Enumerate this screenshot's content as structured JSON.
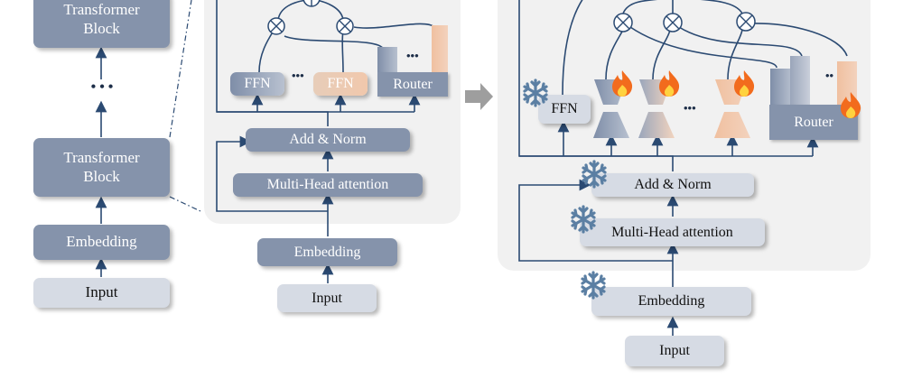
{
  "diagram": {
    "left_column": {
      "blocks": [
        {
          "id": "transformer-block-top",
          "label_line1": "Transformer",
          "label_line2": "Block"
        },
        {
          "id": "transformer-block-bottom",
          "label_line1": "Transformer",
          "label_line2": "Block"
        }
      ],
      "ellipsis": "• • •",
      "embedding": "Embedding",
      "input": "Input"
    },
    "middle_panel": {
      "ffn_1": "FFN",
      "ffn_2": "FFN",
      "ellipsis": "•••",
      "router": "Router",
      "router_ellipsis": "•••",
      "add_norm": "Add & Norm",
      "attention": "Multi-Head attention",
      "embedding": "Embedding",
      "input": "Input"
    },
    "arrow": "right-arrow",
    "right_panel": {
      "ffn": "FFN",
      "ellipsis": "•••",
      "router": "Router",
      "router_ellipsis": "••",
      "add_norm": "Add & Norm",
      "attention": "Multi-Head attention",
      "embedding": "Embedding",
      "input": "Input",
      "frozen_icon": "snowflake-icon",
      "trainable_icon": "fire-icon"
    },
    "colors": {
      "block_dark": "#8593ab",
      "block_light": "#d6dbe4",
      "line": "#2b4a72",
      "expert_peach": "#f0c4a4",
      "panel_bg": "#f1f1f1",
      "arrow_gray": "#9e9e9e",
      "snowflake": "#5b7fa3",
      "fire": "#f26b1d"
    }
  }
}
